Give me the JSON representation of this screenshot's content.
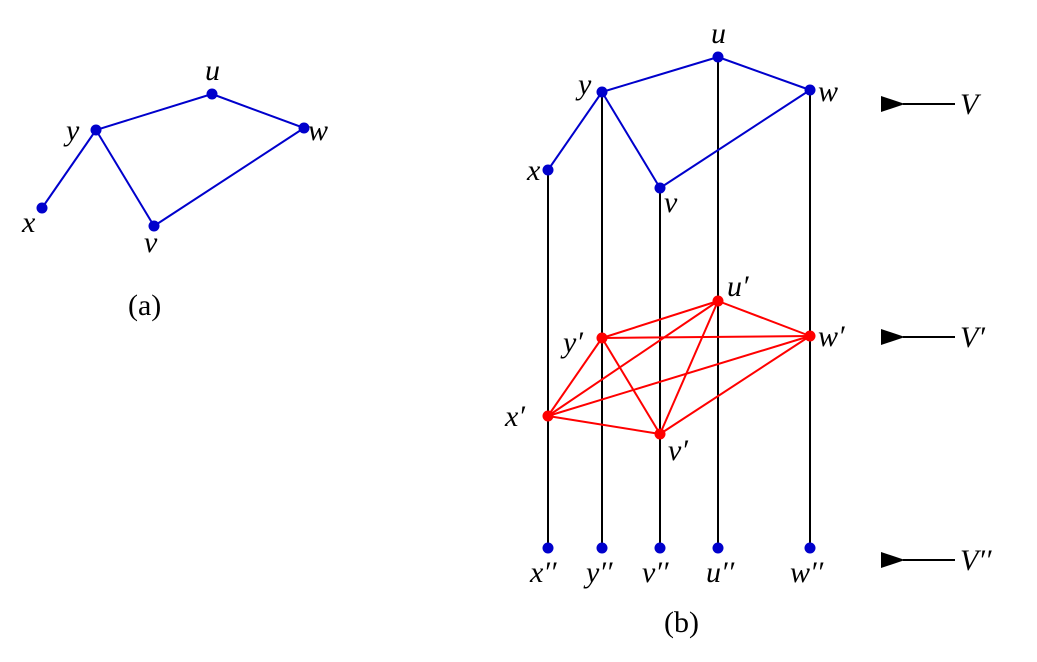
{
  "colors": {
    "graph": "#0000cc",
    "clique": "#ff0000",
    "vertical": "#000000"
  },
  "panel_a": {
    "caption": "(a)",
    "labels": {
      "u": "u",
      "y": "y",
      "w": "w",
      "x": "x",
      "v": "v"
    }
  },
  "panel_b": {
    "caption": "(b)",
    "top_labels": {
      "u": "u",
      "y": "y",
      "w": "w",
      "x": "x",
      "v": "v"
    },
    "mid_labels": {
      "u": "u′",
      "y": "y′",
      "w": "w′",
      "x": "x′",
      "v": "v′"
    },
    "bottom_labels": {
      "x": "x′′",
      "y": "y′′",
      "v": "v′′",
      "u": "u′′",
      "w": "w′′"
    },
    "layer_labels": {
      "top": "V",
      "mid": "V′",
      "bottom": "V′′"
    }
  }
}
